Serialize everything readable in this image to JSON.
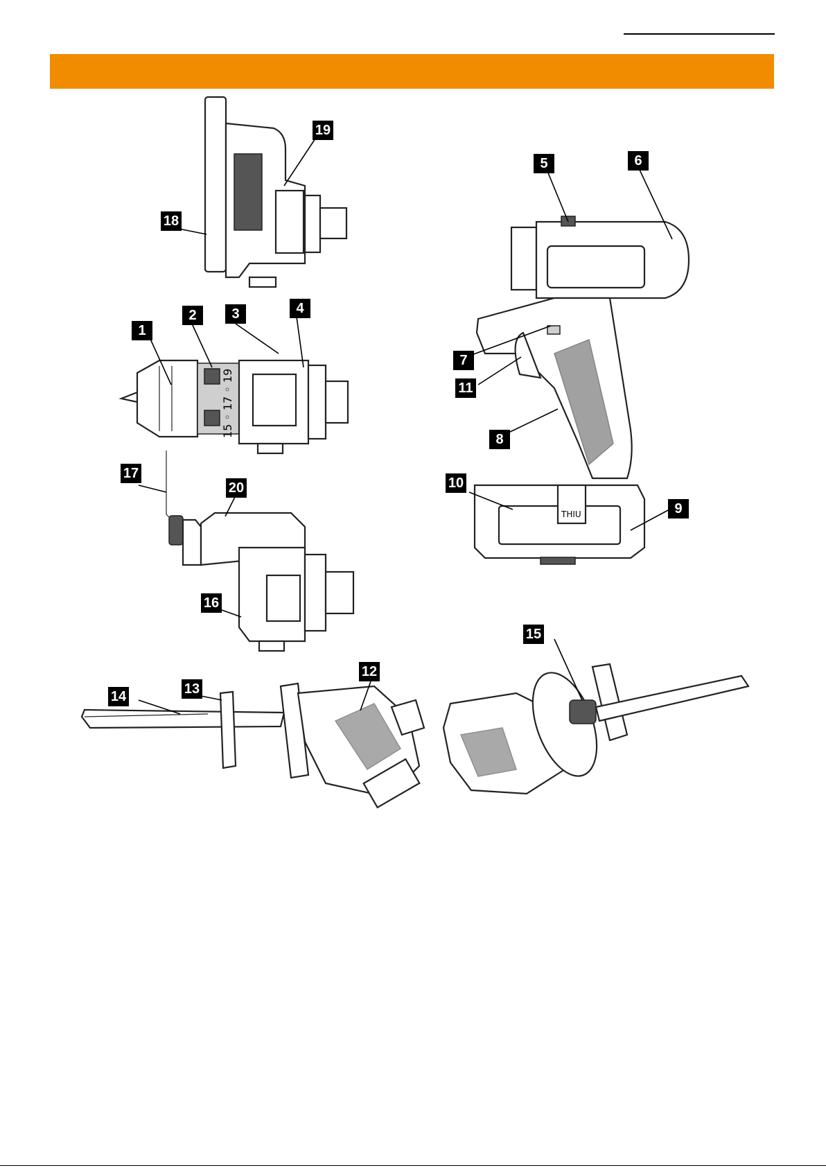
{
  "page": {
    "header_rule_color": "#000000",
    "banner_color": "#f18c00"
  },
  "callouts": [
    {
      "id": "1",
      "label": "1"
    },
    {
      "id": "2",
      "label": "2"
    },
    {
      "id": "3",
      "label": "3"
    },
    {
      "id": "4",
      "label": "4"
    },
    {
      "id": "5",
      "label": "5"
    },
    {
      "id": "6",
      "label": "6"
    },
    {
      "id": "7",
      "label": "7"
    },
    {
      "id": "8",
      "label": "8"
    },
    {
      "id": "9",
      "label": "9"
    },
    {
      "id": "10",
      "label": "10"
    },
    {
      "id": "11",
      "label": "11"
    },
    {
      "id": "12",
      "label": "12"
    },
    {
      "id": "13",
      "label": "13"
    },
    {
      "id": "14",
      "label": "14"
    },
    {
      "id": "15",
      "label": "15"
    },
    {
      "id": "16",
      "label": "16"
    },
    {
      "id": "17",
      "label": "17"
    },
    {
      "id": "18",
      "label": "18"
    },
    {
      "id": "19",
      "label": "19"
    },
    {
      "id": "20",
      "label": "20"
    }
  ],
  "drawing_text": {
    "clutch_scale": "15 ◦ 17 ◦ 19",
    "battery_badge": "THIU"
  }
}
